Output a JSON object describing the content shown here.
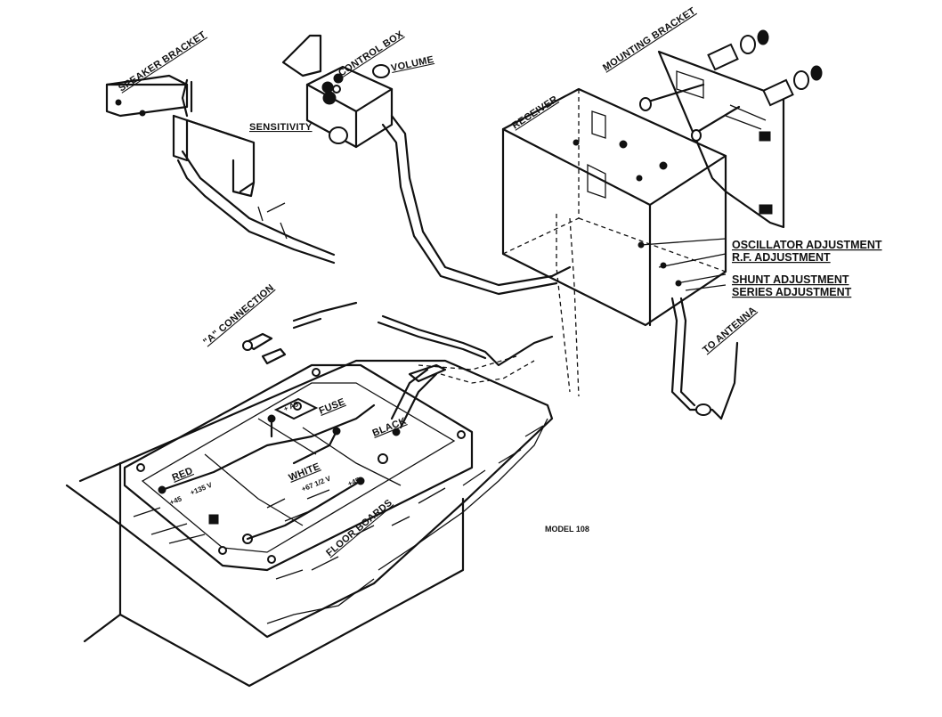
{
  "labels": {
    "speaker_bracket": "SPEAKER BRACKET",
    "control_box": "CONTROL BOX",
    "volume": "VOLUME",
    "sensitivity": "SENSITIVITY",
    "receiver": "RECEIVER",
    "mounting_bracket": "MOUNTING BRACKET",
    "oscillator_adjustment": "OSCILLATOR ADJUSTMENT",
    "rf_adjustment": "R.F. ADJUSTMENT",
    "shunt_adjustment": "SHUNT ADJUSTMENT",
    "series_adjustment": "SERIES ADJUSTMENT",
    "to_antenna": "TO ANTENNA",
    "a_connection": "\"A\" CONNECTION",
    "fuse": "FUSE",
    "red": "RED",
    "white": "WHITE",
    "black": "BLACK",
    "floor_boards": "FLOOR BOARDS",
    "model": "MODEL 108",
    "term_red_plus": "+45",
    "term_red_sub": "+135 V",
    "term_white_sub": "+67 1/2 V",
    "term_white_plus": "+45",
    "term_fuse": "+ A5"
  }
}
